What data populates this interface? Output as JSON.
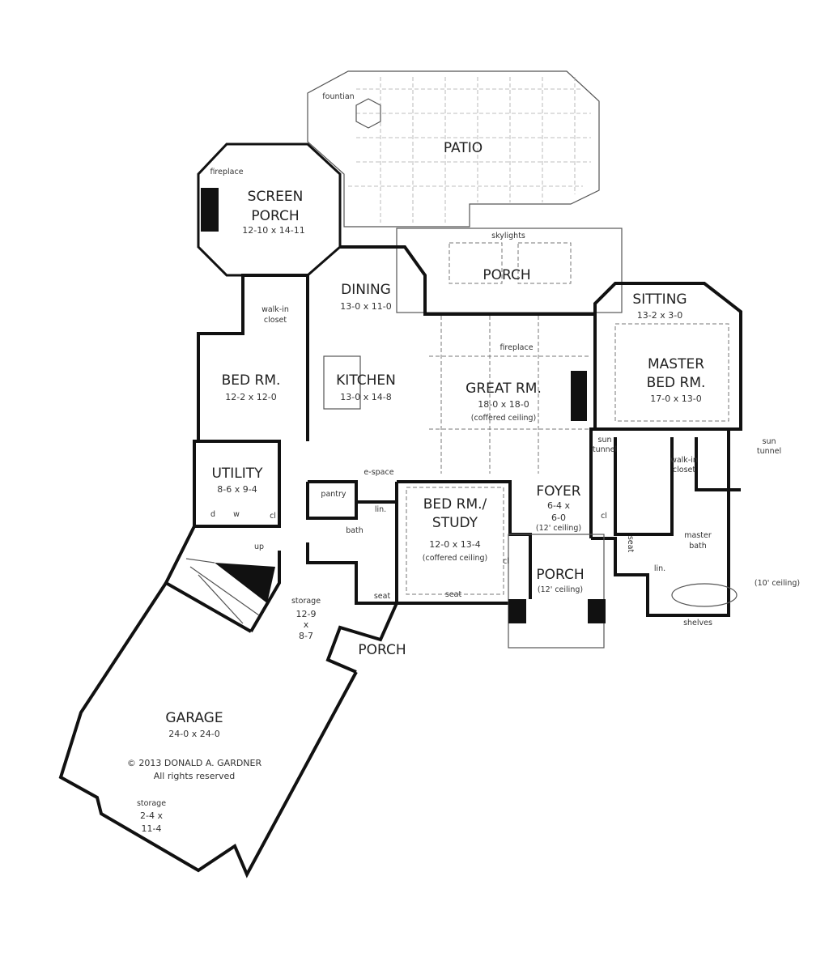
{
  "rooms": {
    "patio": {
      "name": "PATIO",
      "note": "fountian"
    },
    "screen_porch": {
      "name1": "SCREEN",
      "name2": "PORCH",
      "dims": "12-10 x 14-11",
      "note": "fireplace"
    },
    "rear_porch": {
      "name": "PORCH",
      "note": "skylights"
    },
    "dining": {
      "name": "DINING",
      "dims": "13-0 x 11-0"
    },
    "sitting": {
      "name": "SITTING",
      "dims": "13-2 x 3-0"
    },
    "walk_in_closet_left": {
      "line1": "walk-in",
      "line2": "closet"
    },
    "bed_rm": {
      "name": "BED RM.",
      "dims": "12-2 x 12-0"
    },
    "kitchen": {
      "name": "KITCHEN",
      "dims": "13-0 x 14-8"
    },
    "great_rm": {
      "name": "GREAT RM.",
      "dims": "18-0 x 18-0",
      "note": "(coffered ceiling)",
      "fireplace": "fireplace"
    },
    "master_bed": {
      "name1": "MASTER",
      "name2": "BED RM.",
      "dims": "17-0 x 13-0"
    },
    "utility": {
      "name": "UTILITY",
      "dims": "8-6 x 9-4",
      "d": "d",
      "w": "w",
      "cl": "cl",
      "up": "up"
    },
    "e_space": "e-space",
    "pantry": "pantry",
    "lin": "lin.",
    "bath": "bath",
    "seat": "seat",
    "study": {
      "name1": "BED RM./",
      "name2": "STUDY",
      "dims": "12-0 x 13-4",
      "note": "(coffered ceiling)",
      "cl": "cl",
      "seat": "seat"
    },
    "foyer": {
      "name": "FOYER",
      "dims1": "6-4 x",
      "dims2": "6-0",
      "note": "(12' ceiling)",
      "cl": "cl"
    },
    "front_porch": {
      "name": "PORCH",
      "note": "(12' ceiling)"
    },
    "master_closet": {
      "line1": "walk-in",
      "line2": "closet",
      "sun_tunnel_1": "sun",
      "sun_tunnel_2": "tunnel"
    },
    "master_bath": {
      "line1": "master",
      "line2": "bath",
      "seat": "seat",
      "lin": "lin.",
      "ceiling": "(10' ceiling)",
      "shelves": "shelves"
    },
    "storage": {
      "name": "storage",
      "d1": "12-9",
      "d2": "x",
      "d3": "8-7"
    },
    "side_porch": {
      "name": "PORCH"
    },
    "garage": {
      "name": "GARAGE",
      "dims": "24-0 x 24-0"
    },
    "garage_storage": {
      "name": "storage",
      "d1": "2-4 x",
      "d2": "11-4"
    }
  },
  "copyright": {
    "line1": "© 2013 DONALD A. GARDNER",
    "line2": "All rights reserved"
  }
}
